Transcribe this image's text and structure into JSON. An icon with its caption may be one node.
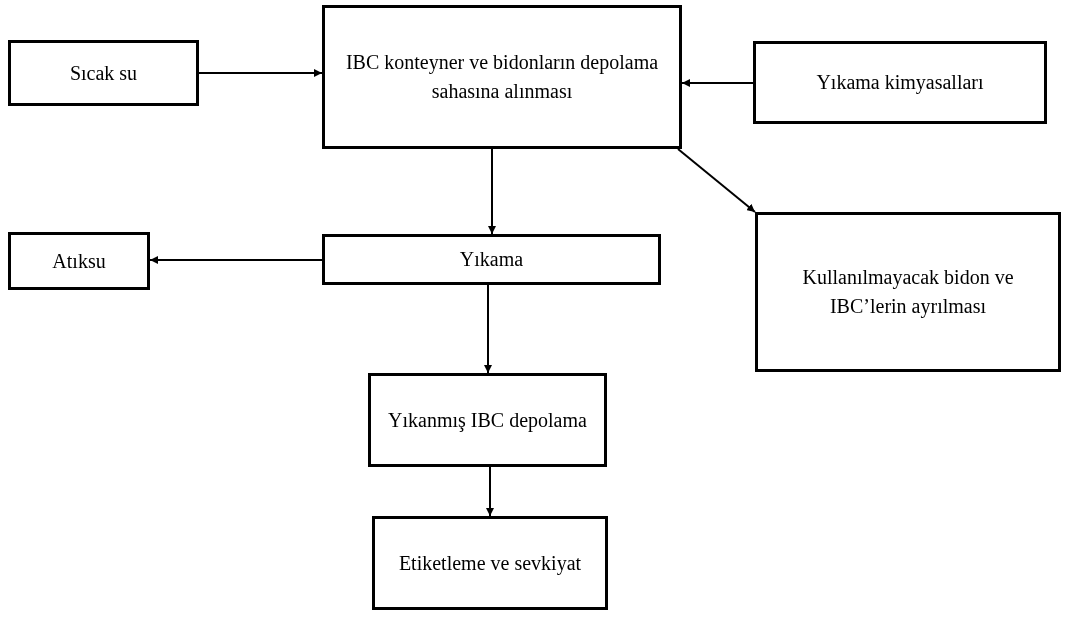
{
  "diagram": {
    "nodes": [
      {
        "text": [
          "Sıcak su"
        ]
      },
      {
        "text": [
          "IBC konteyner ve bidonların depolama sahasına alınması"
        ]
      },
      {
        "text": [
          "Yıkama kimyasalları"
        ]
      },
      {
        "text": [
          "Atıksu"
        ]
      },
      {
        "text": [
          "Yıkama"
        ]
      },
      {
        "text": [
          "Kullanılmayacak bidon ve IBC’lerin ayrılması"
        ]
      },
      {
        "text": [
          "Yıkanmış IBC depolama"
        ]
      },
      {
        "text": [
          "Etiketleme ve sevkiyat"
        ]
      }
    ],
    "edges": [
      {
        "from": 0,
        "to": 1,
        "arrow": "to"
      },
      {
        "from": 2,
        "to": 1,
        "arrow": "to"
      },
      {
        "from": 1,
        "to": 4,
        "arrow": "to"
      },
      {
        "from": 1,
        "to": 5,
        "arrow": "to"
      },
      {
        "from": 4,
        "to": 3,
        "arrow": "to"
      },
      {
        "from": 4,
        "to": 6,
        "arrow": "to"
      },
      {
        "from": 6,
        "to": 7,
        "arrow": "to"
      }
    ]
  }
}
